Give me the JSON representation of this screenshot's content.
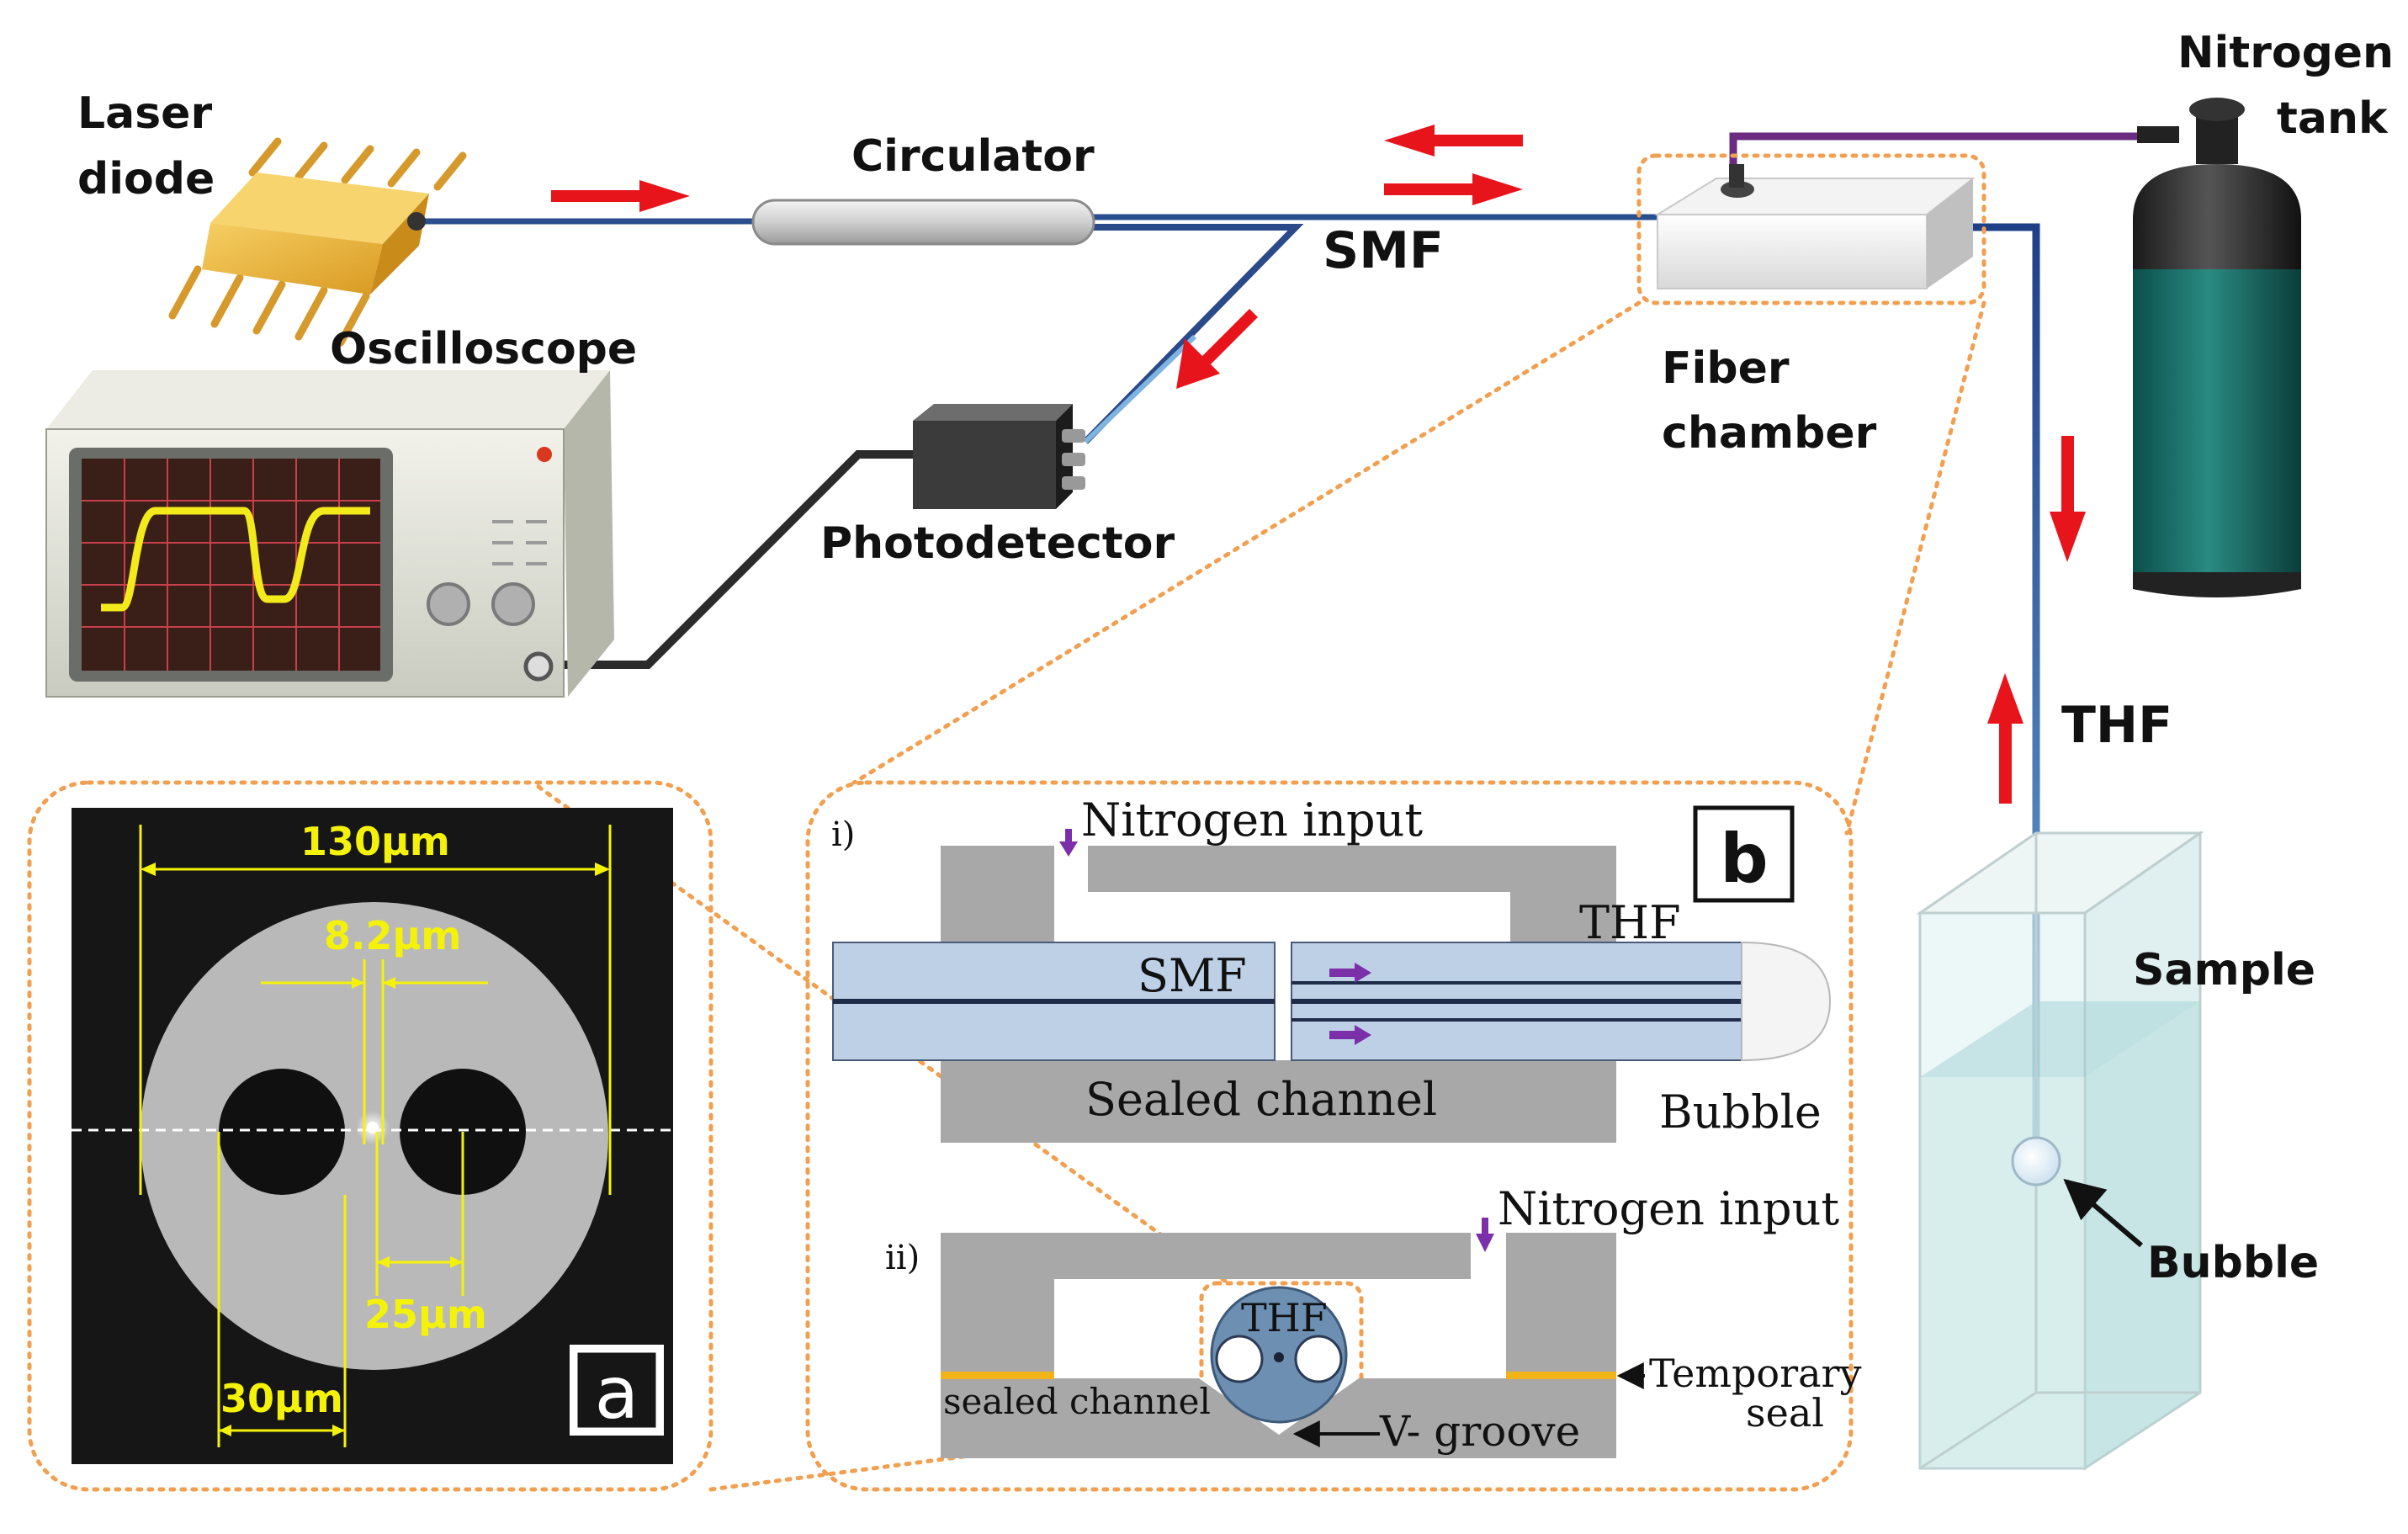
{
  "labels": {
    "laser_line1": "Laser",
    "laser_line2": "diode",
    "circulator": "Circulator",
    "smf": "SMF",
    "oscilloscope": "Oscilloscope",
    "photodetector": "Photodetector",
    "fiber_line1": "Fiber",
    "fiber_line2": "chamber",
    "nitrogen_line1": "Nitrogen",
    "nitrogen_line2": "tank",
    "thf": "THF",
    "sample": "Sample",
    "bubble": "Bubble"
  },
  "panel_a": {
    "tag": "a",
    "dim_130": "130µm",
    "dim_8_2": "8.2µm",
    "dim_25": "25µm",
    "dim_30": "30µm"
  },
  "panel_b": {
    "tag": "b",
    "sub_i": "i)",
    "sub_ii": "ii)",
    "nitrogen_input": "Nitrogen input",
    "smf": "SMF",
    "thf": "THF",
    "sealed_channel": "Sealed channel",
    "bubble": "Bubble",
    "nitrogen_input_2": "Nitrogen input",
    "thf_2": "THF",
    "sealed_channel_lower": "sealed channel",
    "v_groove": "V- groove",
    "temporary_line1": "Temporary",
    "temporary_line2": "seal"
  },
  "colors": {
    "arrow_red": "#e8141c",
    "arrow_purple": "#7b2fa8",
    "dotted_orange": "#f0a050",
    "fiber_blue": "#2a4f8f",
    "block_gray": "#a8a8a8",
    "dim_yellow": "#f5f20a"
  }
}
